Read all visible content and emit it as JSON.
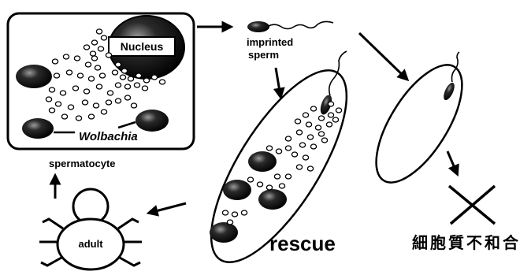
{
  "labels": {
    "nucleus": "Nucleus",
    "imprinted_line1": "imprinted",
    "imprinted_line2": "sperm",
    "wolbachia": "Wolbachia",
    "spermatocyte": "spermatocyte",
    "adult": "adult",
    "rescue": "rescue",
    "incompatibility": "細胞質不和合"
  },
  "colors": {
    "ink": "#000000",
    "background": "#ffffff"
  }
}
